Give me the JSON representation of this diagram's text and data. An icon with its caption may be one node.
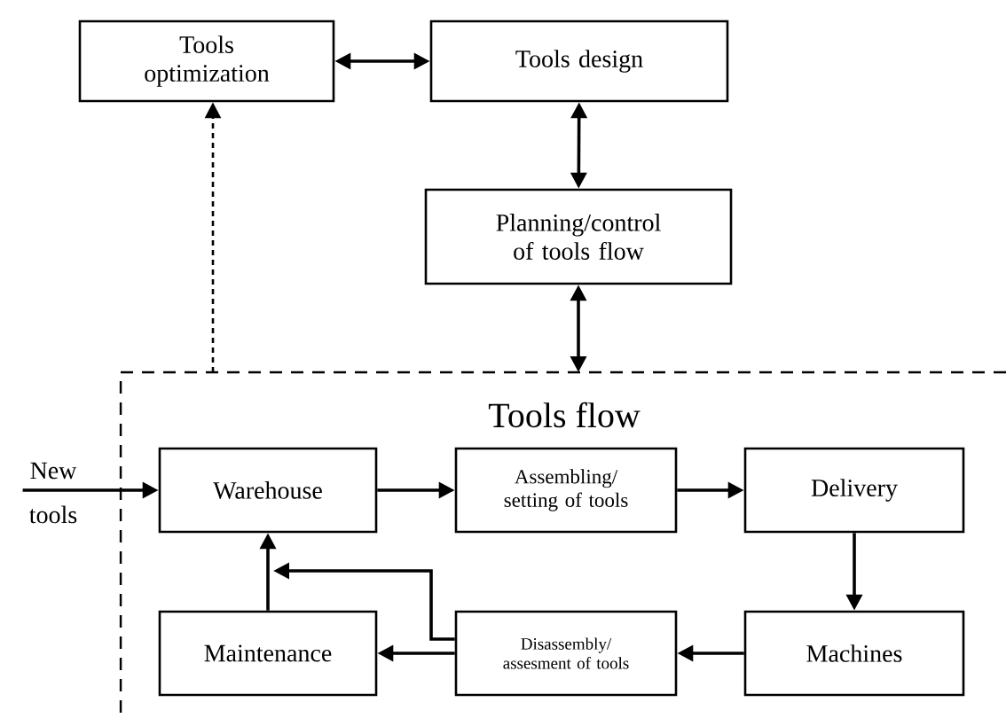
{
  "diagram": {
    "nodes": [
      {
        "text": [
          "Tools optimization"
        ]
      },
      {
        "text": [
          "Tools design"
        ]
      },
      {
        "text": [
          "Planning/control of tools flow"
        ]
      },
      {
        "text": [
          "Tools flow"
        ]
      },
      {
        "text": [
          "Warehouse"
        ],
        "in": 3
      },
      {
        "text": [
          "Assembling/ setting of tools"
        ],
        "in": 3
      },
      {
        "text": [
          "Delivery"
        ],
        "in": 3
      },
      {
        "text": [
          "Machines"
        ],
        "in": 3
      },
      {
        "text": [
          "Disassembly/ assesment of tools"
        ],
        "in": 3
      },
      {
        "text": [
          "Maintenance"
        ],
        "in": 3
      },
      {
        "text": [
          "New tools"
        ]
      }
    ],
    "edges": [
      {
        "from": 0,
        "to": 1,
        "arrow": "both"
      },
      {
        "from": 1,
        "to": 2,
        "arrow": "both"
      },
      {
        "from": 2,
        "to": 3,
        "arrow": "both"
      },
      {
        "from": 3,
        "to": 0,
        "arrow": "to",
        "style": "dashed"
      },
      {
        "from": 10,
        "to": 4,
        "arrow": "to"
      },
      {
        "from": 4,
        "to": 5,
        "arrow": "to"
      },
      {
        "from": 5,
        "to": 6,
        "arrow": "to"
      },
      {
        "from": 6,
        "to": 7,
        "arrow": "to"
      },
      {
        "from": 7,
        "to": 8,
        "arrow": "to"
      },
      {
        "from": 8,
        "to": 9,
        "arrow": "to"
      },
      {
        "from": 8,
        "to": 4,
        "arrow": "to"
      },
      {
        "from": 9,
        "to": 4,
        "arrow": "to"
      }
    ]
  }
}
